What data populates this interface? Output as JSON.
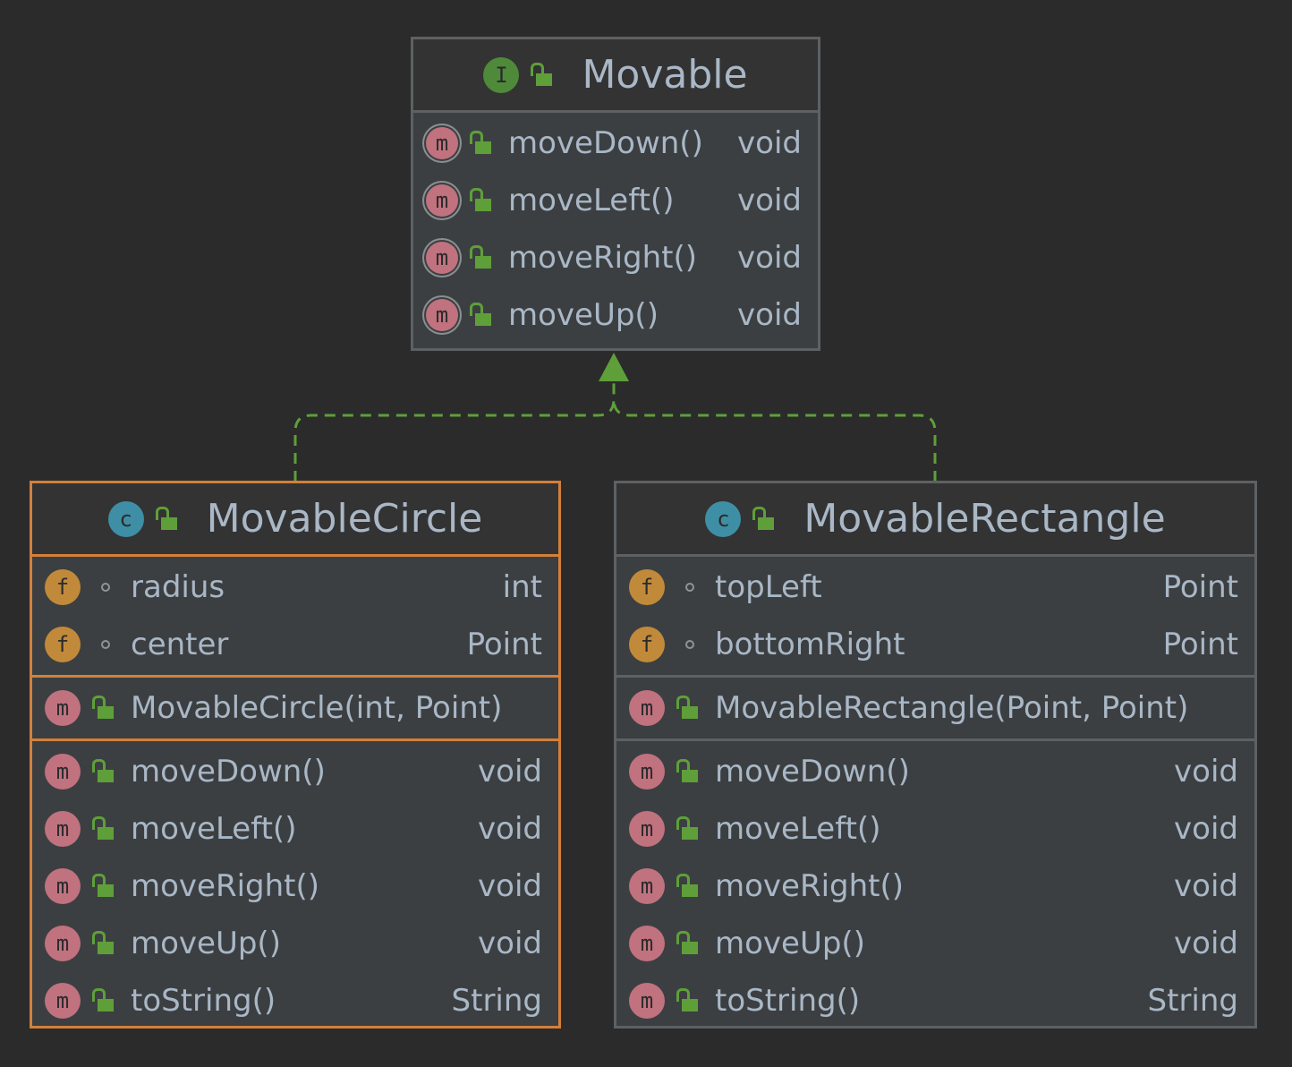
{
  "movable": {
    "title": "Movable",
    "kind_icon": "interface-icon",
    "kind_letter": "I",
    "methods": [
      {
        "name": "moveDown()",
        "type": "void"
      },
      {
        "name": "moveLeft()",
        "type": "void"
      },
      {
        "name": "moveRight()",
        "type": "void"
      },
      {
        "name": "moveUp()",
        "type": "void"
      }
    ]
  },
  "circle": {
    "title": "MovableCircle",
    "kind_icon": "class-icon",
    "kind_letter": "c",
    "fields": [
      {
        "name": "radius",
        "type": "int"
      },
      {
        "name": "center",
        "type": "Point"
      }
    ],
    "constructor": "MovableCircle(int, Point)",
    "methods": [
      {
        "name": "moveDown()",
        "type": "void"
      },
      {
        "name": "moveLeft()",
        "type": "void"
      },
      {
        "name": "moveRight()",
        "type": "void"
      },
      {
        "name": "moveUp()",
        "type": "void"
      },
      {
        "name": "toString()",
        "type": "String"
      }
    ]
  },
  "rectangle": {
    "title": "MovableRectangle",
    "kind_icon": "class-icon",
    "kind_letter": "c",
    "fields": [
      {
        "name": "topLeft",
        "type": "Point"
      },
      {
        "name": "bottomRight",
        "type": "Point"
      }
    ],
    "constructor": "MovableRectangle(Point, Point)",
    "methods": [
      {
        "name": "moveDown()",
        "type": "void"
      },
      {
        "name": "moveLeft()",
        "type": "void"
      },
      {
        "name": "moveRight()",
        "type": "void"
      },
      {
        "name": "moveUp()",
        "type": "void"
      },
      {
        "name": "toString()",
        "type": "String"
      }
    ]
  },
  "icon_letters": {
    "method": "m",
    "field": "f"
  },
  "colors": {
    "background": "#2b2b2b",
    "selected_border": "#d3803a",
    "realization_edge": "#5e9f3a"
  }
}
